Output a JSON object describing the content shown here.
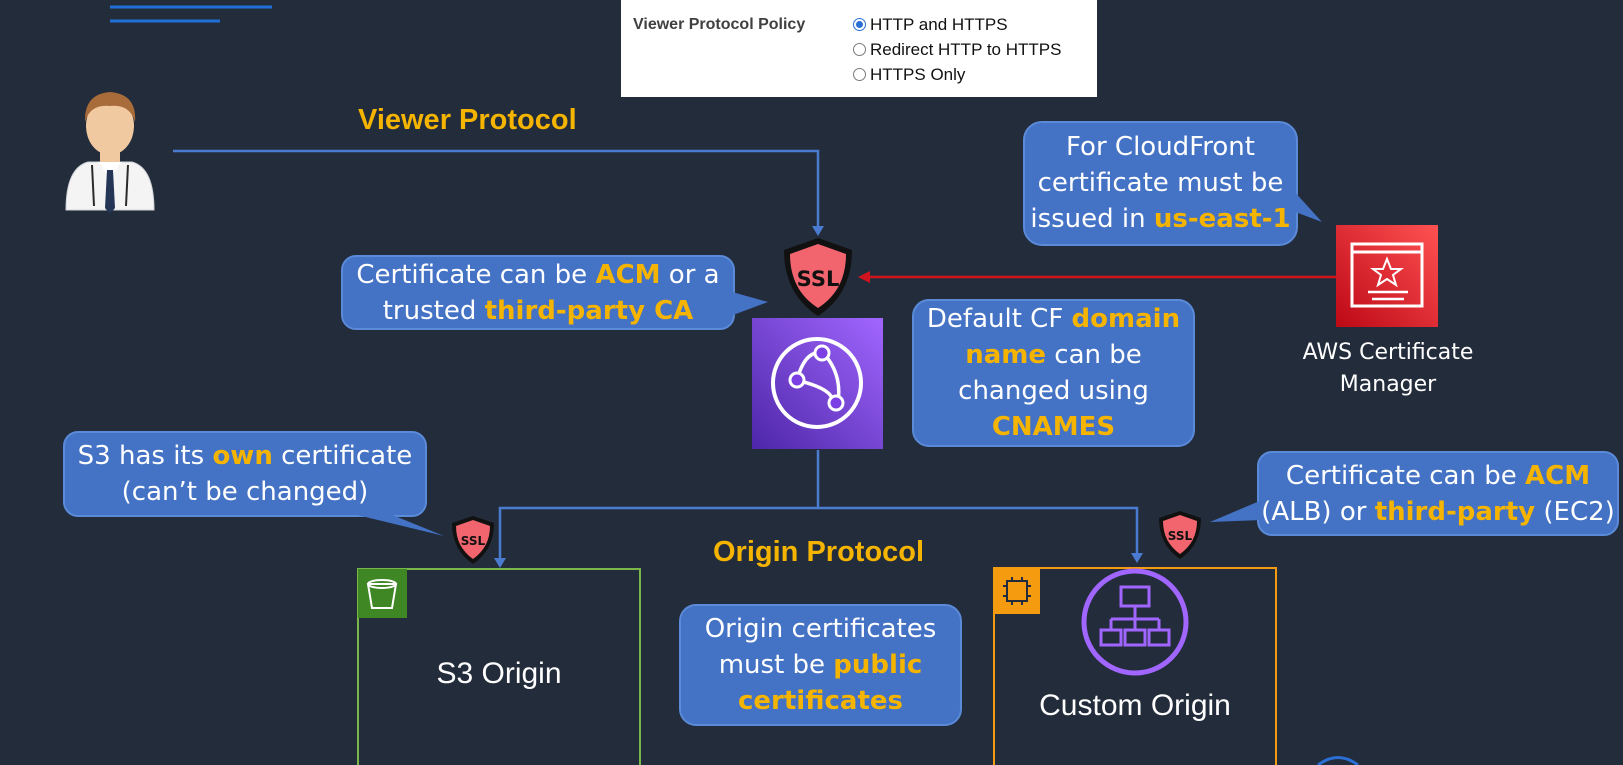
{
  "policy_panel": {
    "label": "Viewer Protocol Policy",
    "options": [
      "HTTP and HTTPS",
      "Redirect HTTP to HTTPS",
      "HTTPS Only"
    ],
    "selected": "HTTP and HTTPS"
  },
  "headings": {
    "viewer_protocol": "Viewer Protocol",
    "origin_protocol": "Origin Protocol"
  },
  "icons": {
    "ssl_badge_text": "SSL"
  },
  "callouts": {
    "cloudfront_cert": {
      "line1": "For CloudFront",
      "line2": "certificate must be",
      "line3_a": "issued in ",
      "line3_b": "us-east-1"
    },
    "viewer_cert": {
      "line1_a": "Certificate can be ",
      "line1_b": "ACM",
      "line1_c": " or a",
      "line2_a": "trusted ",
      "line2_b": "third-party CA"
    },
    "cname": {
      "line1_a": "Default CF ",
      "line1_b": "domain",
      "line2_a": "name",
      "line2_b": " can be",
      "line3": "changed using",
      "line4": "CNAMES"
    },
    "s3_cert": {
      "line1_a": "S3 has its ",
      "line1_b": "own",
      "line1_c": " certificate",
      "line2": "(can’t be changed)"
    },
    "custom_cert": {
      "line1_a": "Certificate can be ",
      "line1_b": "ACM",
      "line2_a": "(ALB) or ",
      "line2_b": "third-party",
      "line2_c": " (EC2)"
    },
    "origin_cert": {
      "line1": "Origin certificates",
      "line2_a": "must be ",
      "line2_b": "public",
      "line3": "certificates"
    }
  },
  "acm": {
    "label_line1": "AWS Certificate",
    "label_line2": "Manager"
  },
  "origins": {
    "s3": "S3 Origin",
    "custom": "Custom Origin"
  },
  "colors": {
    "background": "#232c3b",
    "callout": "#4472c4",
    "highlight": "#f5b400",
    "arrow_blue": "#4a7bd0",
    "arrow_red": "#d0141e",
    "cloudfront": "#7b3fe4",
    "acm_red": "#dd2a33",
    "s3_green": "#3f8624",
    "ec2_orange": "#f59b0f"
  }
}
